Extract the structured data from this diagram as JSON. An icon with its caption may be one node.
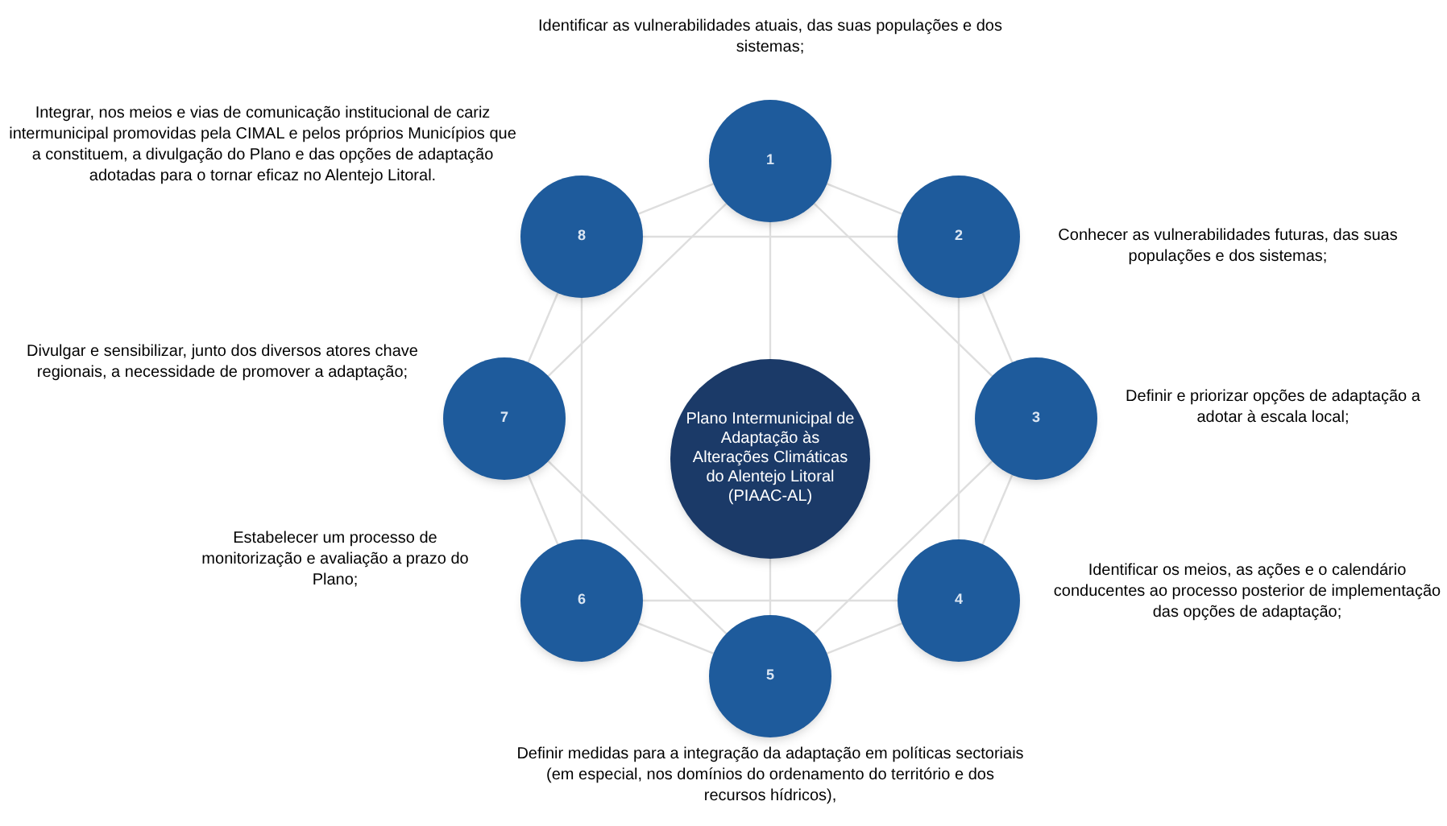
{
  "diagram": {
    "nodes": [
      {
        "text": [
          "Plano Intermunicipal de Adaptação às Alterações Climáticas do Alentejo Litoral (PIAAC-AL)"
        ]
      },
      {
        "text": [
          "1"
        ],
        "beside": [
          "Identificar as vulnerabilidades atuais, das suas populações e dos sistemas;"
        ]
      },
      {
        "text": [
          "2"
        ],
        "beside": [
          "Conhecer as vulnerabilidades futuras, das suas populações e dos sistemas;"
        ]
      },
      {
        "text": [
          "3"
        ],
        "beside": [
          "Definir e priorizar opções de adaptação a adotar à escala local;"
        ]
      },
      {
        "text": [
          "4"
        ],
        "beside": [
          "Identificar os meios, as ações e o calendário conducentes ao processo posterior de implementação das opções de adaptação;"
        ]
      },
      {
        "text": [
          "5"
        ],
        "beside": [
          "Definir medidas para a integração da adaptação em políticas sectoriais (em especial, nos domínios do ordenamento do território e dos recursos hídricos),"
        ]
      },
      {
        "text": [
          "6"
        ],
        "beside": [
          "Estabelecer um processo de monitorização e avaliação a prazo do Plano;"
        ]
      },
      {
        "text": [
          "7"
        ],
        "beside": [
          "Divulgar e sensibilizar, junto dos diversos atores chave regionais, a necessidade de promover a adaptação;"
        ]
      },
      {
        "text": [
          "8"
        ],
        "beside": [
          "Integrar, nos meios e vias de comunicação institucional de cariz intermunicipal promovidas pela CIMAL e pelos próprios Municípios que a constituem, a divulgação do Plano e das opções de adaptação adotadas para o tornar eficaz no Alentejo Litoral."
        ]
      }
    ],
    "edges": [
      {
        "from": 1,
        "to": 2,
        "arrow": "none"
      },
      {
        "from": 2,
        "to": 3,
        "arrow": "none"
      },
      {
        "from": 3,
        "to": 4,
        "arrow": "none"
      },
      {
        "from": 4,
        "to": 5,
        "arrow": "none"
      },
      {
        "from": 5,
        "to": 6,
        "arrow": "none"
      },
      {
        "from": 6,
        "to": 7,
        "arrow": "none"
      },
      {
        "from": 7,
        "to": 8,
        "arrow": "none"
      },
      {
        "from": 8,
        "to": 1,
        "arrow": "none"
      },
      {
        "from": 1,
        "to": 3,
        "arrow": "none"
      },
      {
        "from": 2,
        "to": 4,
        "arrow": "none"
      },
      {
        "from": 3,
        "to": 5,
        "arrow": "none"
      },
      {
        "from": 4,
        "to": 6,
        "arrow": "none"
      },
      {
        "from": 5,
        "to": 7,
        "arrow": "none"
      },
      {
        "from": 6,
        "to": 8,
        "arrow": "none"
      },
      {
        "from": 7,
        "to": 1,
        "arrow": "none"
      },
      {
        "from": 8,
        "to": 2,
        "arrow": "none"
      },
      {
        "from": 0,
        "to": 1,
        "arrow": "none"
      },
      {
        "from": 0,
        "to": 5,
        "arrow": "none"
      }
    ]
  }
}
